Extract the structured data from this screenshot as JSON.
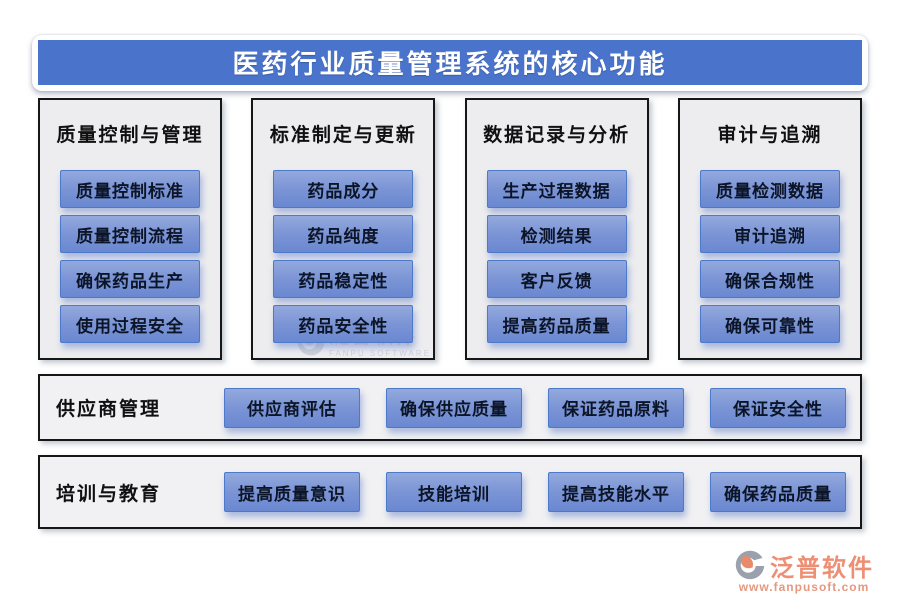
{
  "title": "医药行业质量管理系统的核心功能",
  "columns": [
    {
      "header": "质量控制与管理",
      "buttons": [
        "质量控制标准",
        "质量控制流程",
        "确保药品生产",
        "使用过程安全"
      ]
    },
    {
      "header": "标准制定与更新",
      "buttons": [
        "药品成分",
        "药品纯度",
        "药品稳定性",
        "药品安全性"
      ]
    },
    {
      "header": "数据记录与分析",
      "buttons": [
        "生产过程数据",
        "检测结果",
        "客户反馈",
        "提高药品质量"
      ]
    },
    {
      "header": "审计与追溯",
      "buttons": [
        "质量检测数据",
        "审计追溯",
        "确保合规性",
        "确保可靠性"
      ]
    }
  ],
  "rows": [
    {
      "label": "供应商管理",
      "buttons": [
        "供应商评估",
        "确保供应质量",
        "保证药品原料",
        "保证安全性"
      ]
    },
    {
      "label": "培训与教育",
      "buttons": [
        "提高质量意识",
        "技能培训",
        "提高技能水平",
        "确保药品质量"
      ]
    }
  ],
  "watermark": {
    "brand": "泛普软件",
    "subtitle": "FANPU SOFTWARE"
  },
  "footer_logo": {
    "brand": "泛普软件",
    "url": "www.fanpusoft.com"
  },
  "colors": {
    "title_bar": "#4A74CB",
    "button_top": "#93A9DD",
    "button_bottom": "#6A88D1",
    "button_border": "#4C79C9",
    "panel_bg": "#EDEDEF",
    "panel_border": "#161616",
    "logo_orange": "#EE8F74"
  }
}
